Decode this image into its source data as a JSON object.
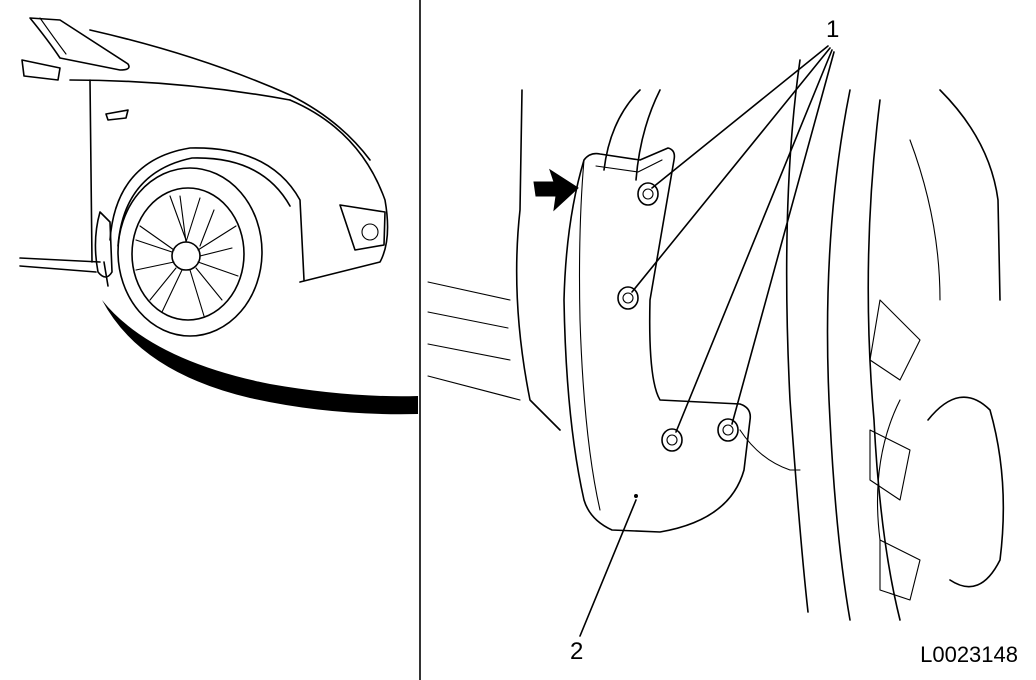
{
  "callouts": {
    "fasteners": "1",
    "mud_flap": "2"
  },
  "figure_code": "L0023148",
  "colors": {
    "line": "#000000",
    "background": "#ffffff"
  },
  "icons": {
    "arrow": "arrow-right-icon"
  }
}
